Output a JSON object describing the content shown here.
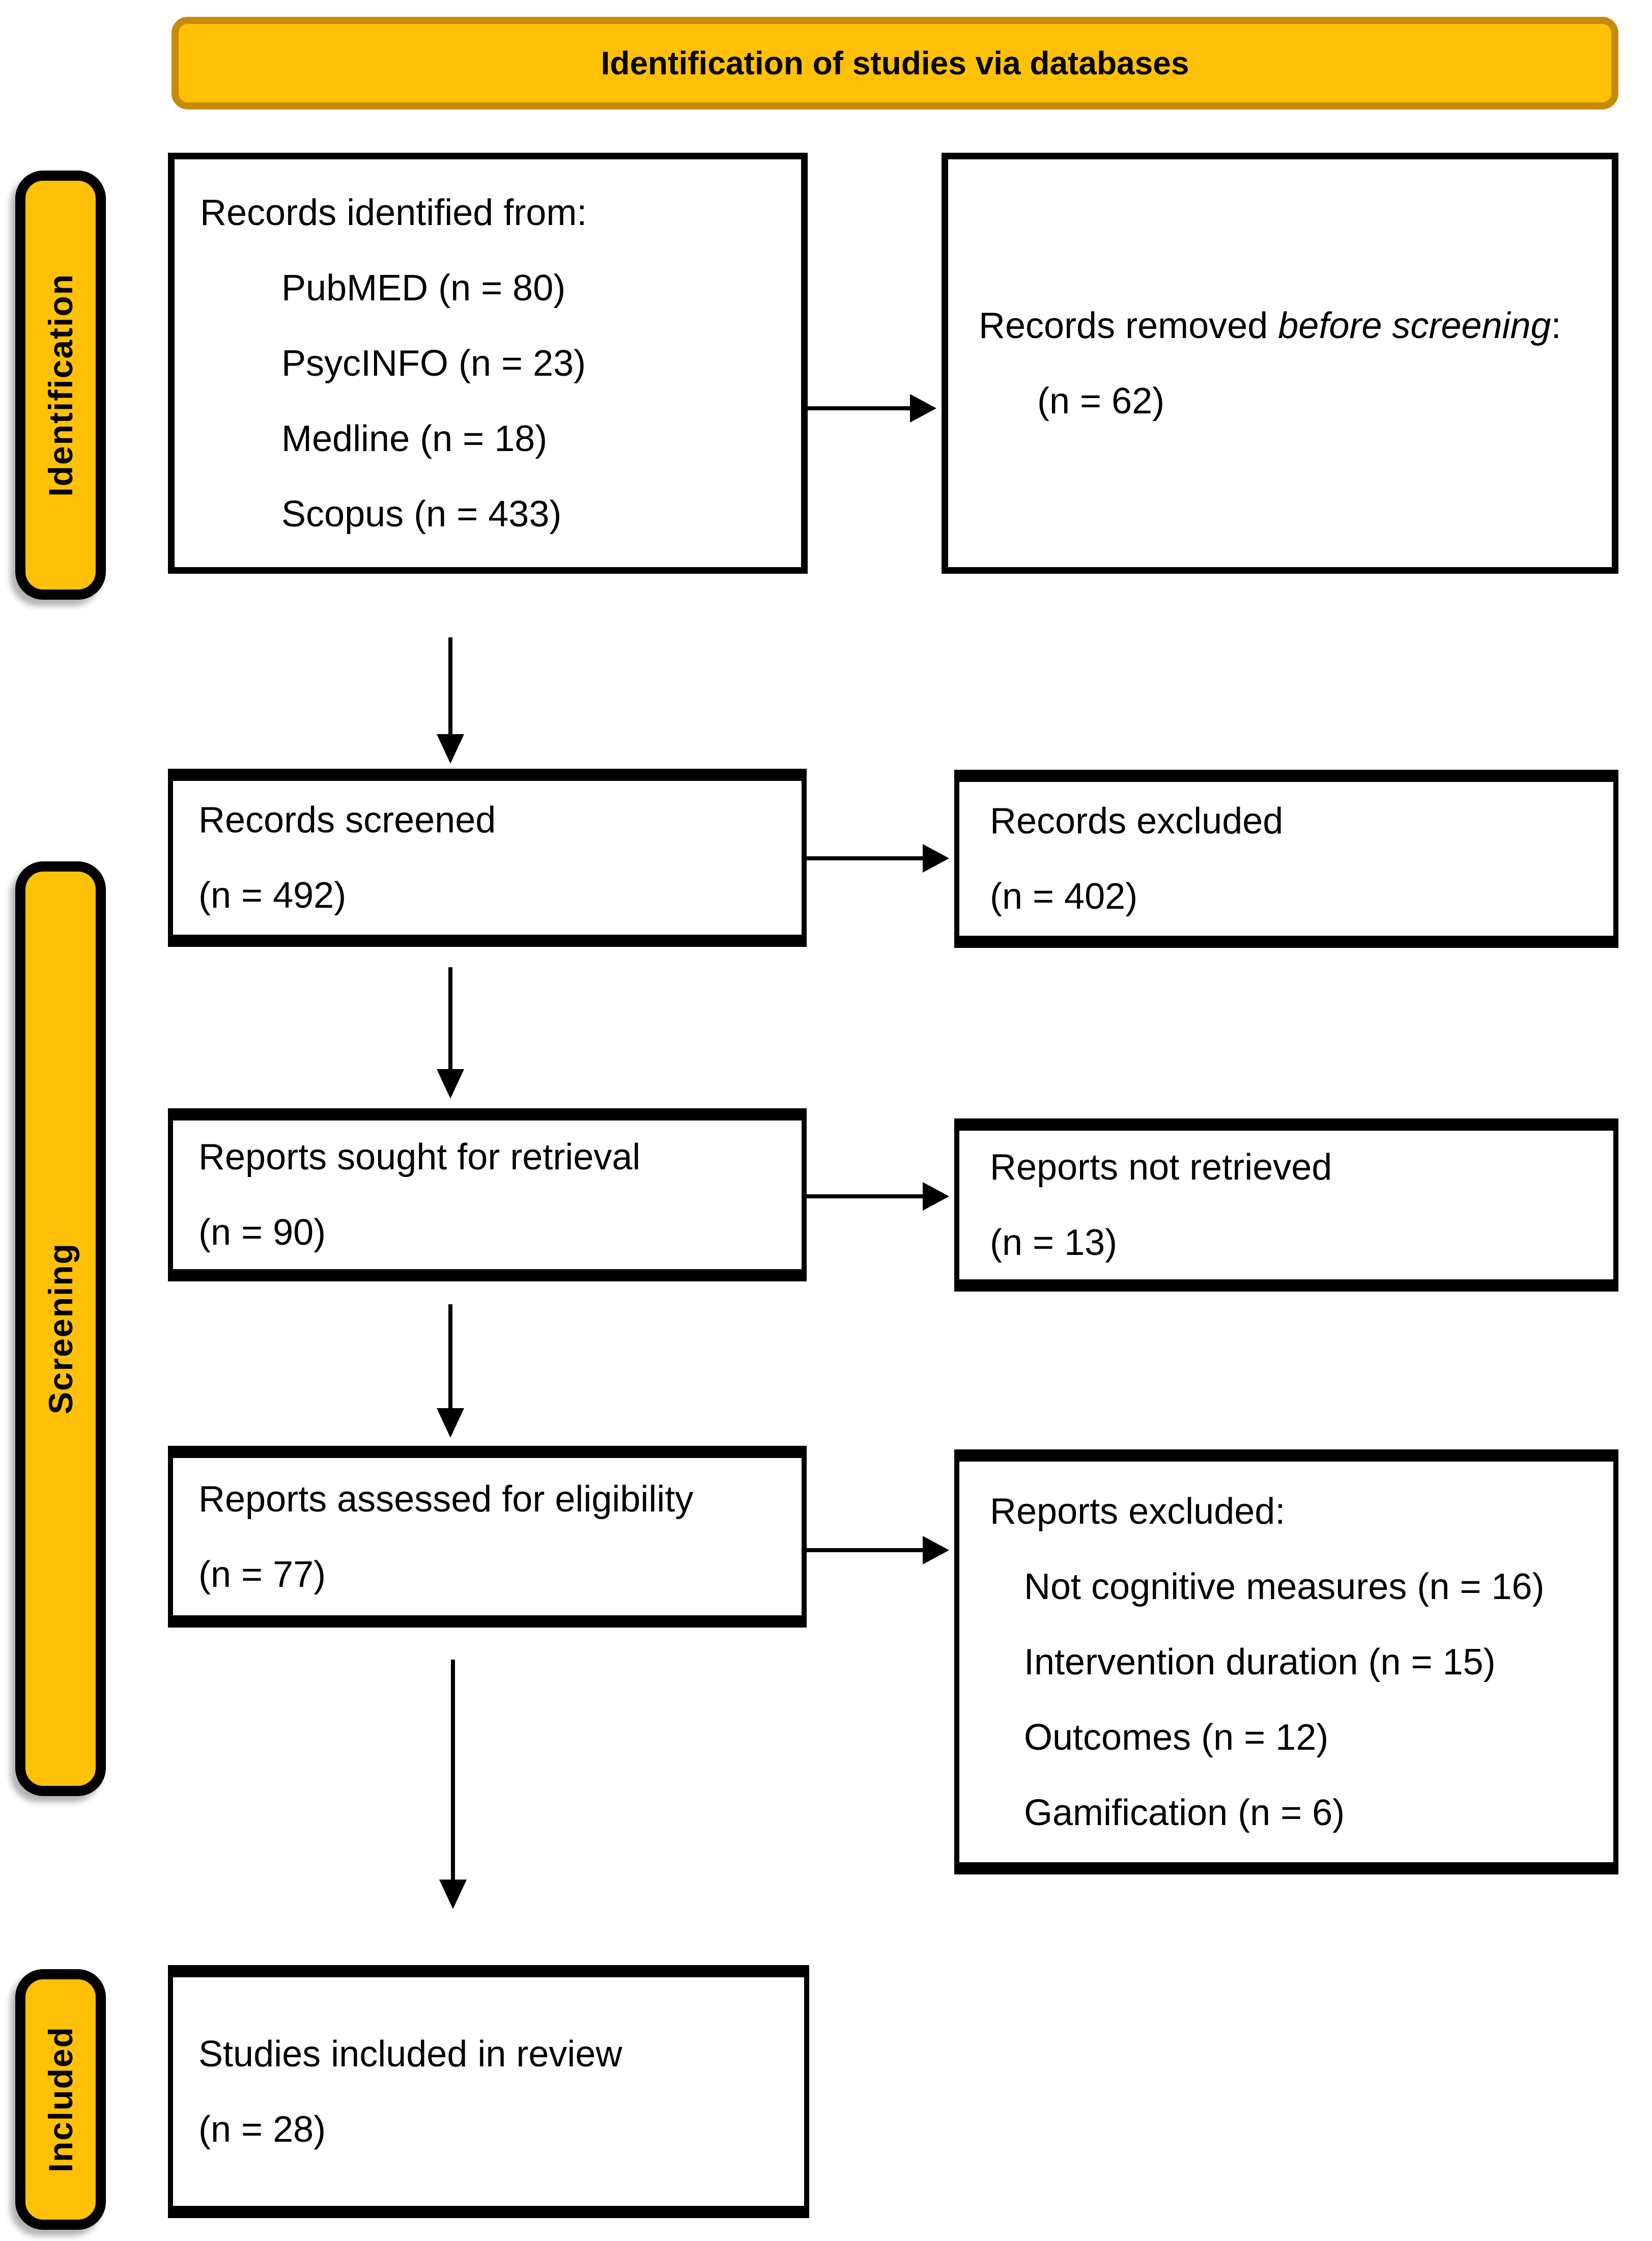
{
  "banner": {
    "title": "Identification of studies via databases"
  },
  "stages": {
    "identification": "Identification",
    "screening": "Screening",
    "included": "Included"
  },
  "boxes": {
    "records_identified": {
      "title": "Records identified from:",
      "items": [
        "PubMED (n = 80)",
        "PsycINFO (n = 23)",
        "Medline (n = 18)",
        "Scopus (n = 433)"
      ]
    },
    "records_removed": {
      "text_before": "Records removed ",
      "text_italic": "before screening",
      "text_after": ":",
      "count": "(n = 62)"
    },
    "records_screened": {
      "title": "Records screened",
      "count": "(n = 492)"
    },
    "records_excluded": {
      "title": "Records excluded",
      "count": "(n = 402)"
    },
    "reports_sought": {
      "title": "Reports sought for retrieval",
      "count": "(n = 90)"
    },
    "reports_not_retrieved": {
      "title": "Reports not retrieved",
      "count": "(n = 13)"
    },
    "reports_assessed": {
      "title": "Reports assessed for eligibility",
      "count": "(n = 77)"
    },
    "reports_excluded": {
      "title": "Reports excluded:",
      "items": [
        "Not cognitive measures (n = 16)",
        "Intervention duration (n = 15)",
        "Outcomes (n = 12)",
        "Gamification (n = 6)"
      ]
    },
    "studies_included": {
      "title": "Studies included in review",
      "count": "(n = 28)"
    }
  },
  "colors": {
    "accent": "#FFC107",
    "accent_border": "#C88A0A",
    "box_border": "#000000",
    "text": "#000000"
  }
}
